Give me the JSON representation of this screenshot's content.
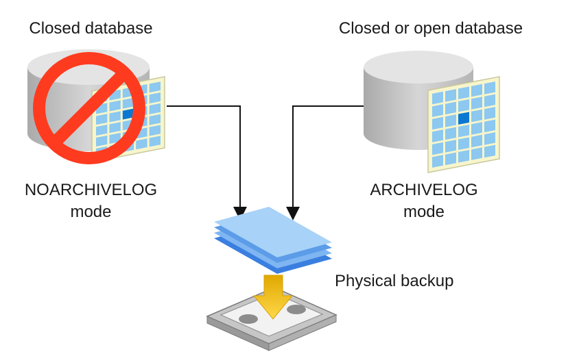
{
  "left": {
    "title": "Closed database",
    "mode_line1": "NOARCHIVELOG",
    "mode_line2": "mode"
  },
  "right": {
    "title": "Closed or open database",
    "mode_line1": "ARCHIVELOG",
    "mode_line2": "mode"
  },
  "backup": {
    "label": "Physical backup"
  },
  "colors": {
    "cylinder": "#c8c8c8",
    "grid_frame": "#f5f3c8",
    "grid_cell": "#8cc8f0",
    "grid_highlight": "#0a78d2",
    "prohibition": "#ff3b1f",
    "sheet_light": "#9ccbf5",
    "sheet_dark": "#3a7fe0",
    "arrow_fill": "#f5c400",
    "tape": "#d4d4d4"
  }
}
